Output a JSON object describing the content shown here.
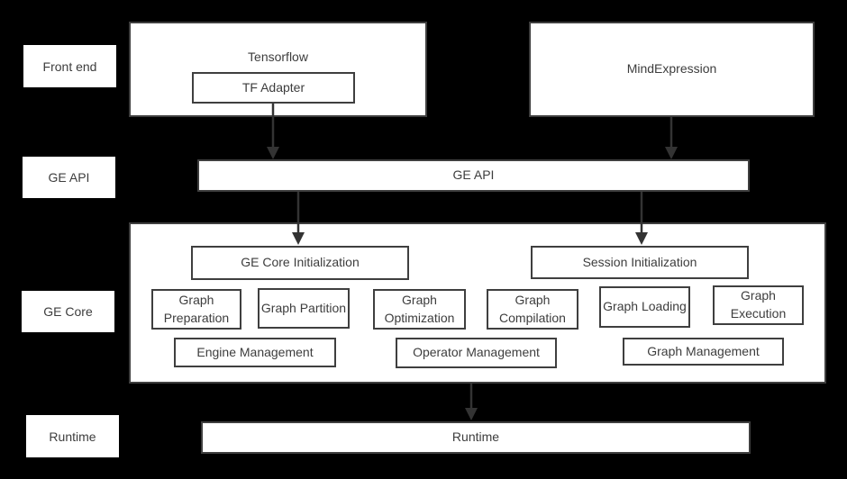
{
  "colors": {
    "background": "#000000",
    "box_fill": "#ffffff",
    "border": "#3f3f3f",
    "text": "#3d3d3d",
    "arrow": "#333333"
  },
  "side_labels": {
    "front_end": "Front end",
    "ge_api": "GE API",
    "ge_core": "GE Core",
    "runtime": "Runtime"
  },
  "front_end": {
    "tensorflow_title": "Tensorflow",
    "tf_adapter": "TF Adapter",
    "mind_expression": "MindExpression"
  },
  "ge_api_bar": "GE API",
  "ge_core": {
    "ge_core_initialization": "GE Core Initialization",
    "session_initialization": "Session Initialization",
    "modules": [
      "Graph Preparation",
      "Graph Partition",
      "Graph Optimization",
      "Graph Compilation",
      "Graph Loading",
      "Graph Execution"
    ],
    "management": [
      "Engine Management",
      "Operator Management",
      "Graph Management"
    ]
  },
  "runtime_bar": "Runtime"
}
